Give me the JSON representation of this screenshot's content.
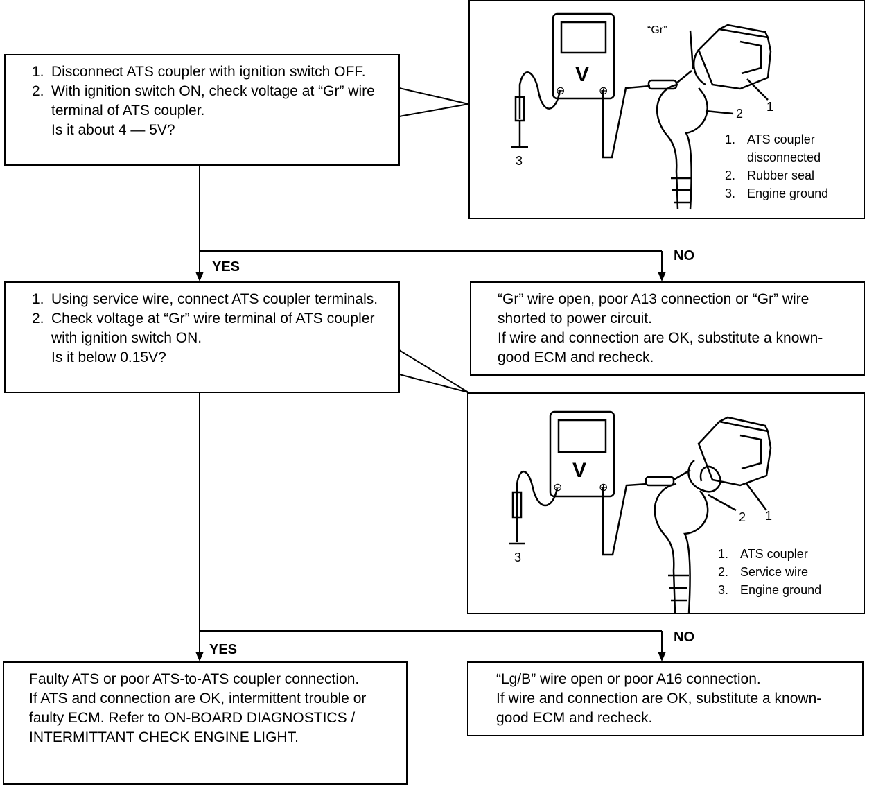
{
  "step1": {
    "items": [
      {
        "num": "1.",
        "text": "Disconnect ATS coupler with ignition switch OFF."
      },
      {
        "num": "2.",
        "text": "With ignition switch ON, check voltage at “Gr” wire terminal of ATS coupler."
      }
    ],
    "question": "Is it about 4 — 5V?"
  },
  "figure1": {
    "wire_label": "“Gr”",
    "meter_letter": "V",
    "minus": "⊖",
    "plus": "⊕",
    "callouts": [
      "1",
      "2",
      "3"
    ],
    "legend": [
      {
        "num": "1.",
        "text": "ATS coupler disconnected"
      },
      {
        "num": "2.",
        "text": "Rubber seal"
      },
      {
        "num": "3.",
        "text": "Engine ground"
      }
    ]
  },
  "branch1": {
    "yes": "YES",
    "no": "NO"
  },
  "no1_result": {
    "lines": [
      "“Gr” wire open, poor A13 connection or “Gr” wire shorted to power circuit.",
      "If wire and connection are OK, substitute a known-good ECM and recheck."
    ]
  },
  "step2": {
    "items": [
      {
        "num": "1.",
        "text": "Using service wire, connect ATS coupler terminals."
      },
      {
        "num": "2.",
        "text": "Check voltage at “Gr” wire terminal of ATS coupler with ignition switch ON."
      }
    ],
    "question": "Is it below 0.15V?"
  },
  "figure2": {
    "meter_letter": "V",
    "minus": "⊖",
    "plus": "⊕",
    "callouts": [
      "1",
      "2",
      "3"
    ],
    "legend": [
      {
        "num": "1.",
        "text": "ATS coupler"
      },
      {
        "num": "2.",
        "text": "Service wire"
      },
      {
        "num": "3.",
        "text": "Engine ground"
      }
    ]
  },
  "branch2": {
    "yes": "YES",
    "no": "NO"
  },
  "yes2_result": {
    "lines": [
      "Faulty ATS or poor ATS-to-ATS coupler connection.",
      "If ATS and connection are OK, intermittent trouble or faulty ECM. Refer to ON-BOARD DIAGNOSTICS / INTERMITTANT CHECK ENGINE LIGHT."
    ]
  },
  "no2_result": {
    "lines": [
      "“Lg/B” wire open or poor A16 connection.",
      "If wire and connection are OK, substitute a known-good ECM and recheck."
    ]
  }
}
